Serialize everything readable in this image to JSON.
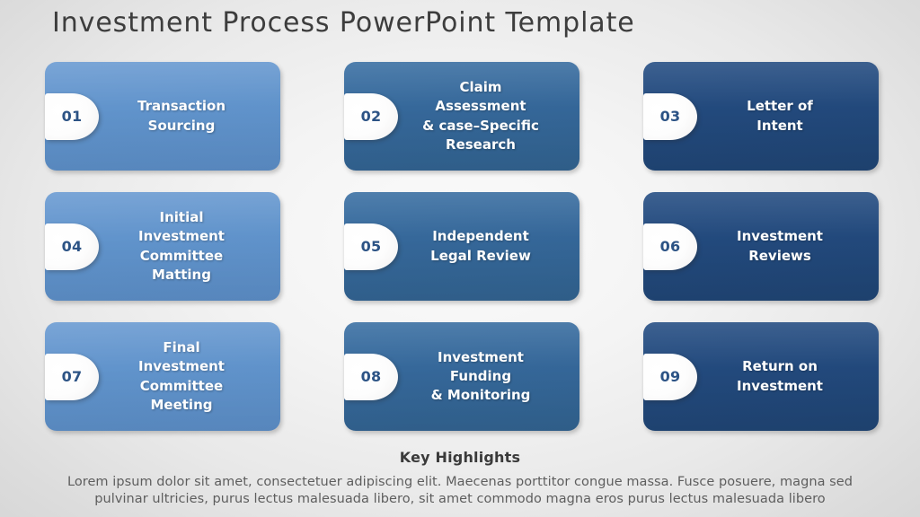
{
  "slide": {
    "title": "Investment Process PowerPoint Template"
  },
  "colors": {
    "tone_light": "#6093CB",
    "tone_mid": "#356799",
    "tone_dark": "#22497C",
    "badge_number": "#2C5385",
    "title_text": "#3D3D3D",
    "card_text": "#FFFFFF",
    "background_center": "#FBFBFB",
    "background_edge": "#D2D2D2"
  },
  "steps": [
    {
      "number": "01",
      "label": "Transaction\nSourcing",
      "tone": "tone-light"
    },
    {
      "number": "02",
      "label": "Claim\nAssessment\n& case–Specific\nResearch",
      "tone": "tone-mid"
    },
    {
      "number": "03",
      "label": "Letter of\nIntent",
      "tone": "tone-dark"
    },
    {
      "number": "04",
      "label": "Initial\nInvestment\nCommittee\nMatting",
      "tone": "tone-light"
    },
    {
      "number": "05",
      "label": "Independent\nLegal Review",
      "tone": "tone-mid"
    },
    {
      "number": "06",
      "label": "Investment\nReviews",
      "tone": "tone-dark"
    },
    {
      "number": "07",
      "label": "Final\nInvestment\nCommittee\nMeeting",
      "tone": "tone-light"
    },
    {
      "number": "08",
      "label": "Investment\nFunding\n& Monitoring",
      "tone": "tone-mid"
    },
    {
      "number": "09",
      "label": "Return on\nInvestment",
      "tone": "tone-dark"
    }
  ],
  "footer": {
    "heading": "Key Highlights",
    "body": "Lorem ipsum dolor sit amet, consectetuer adipiscing elit. Maecenas porttitor congue massa. Fusce posuere, magna sed pulvinar ultricies, purus lectus malesuada libero, sit amet commodo magna eros purus lectus malesuada libero"
  }
}
